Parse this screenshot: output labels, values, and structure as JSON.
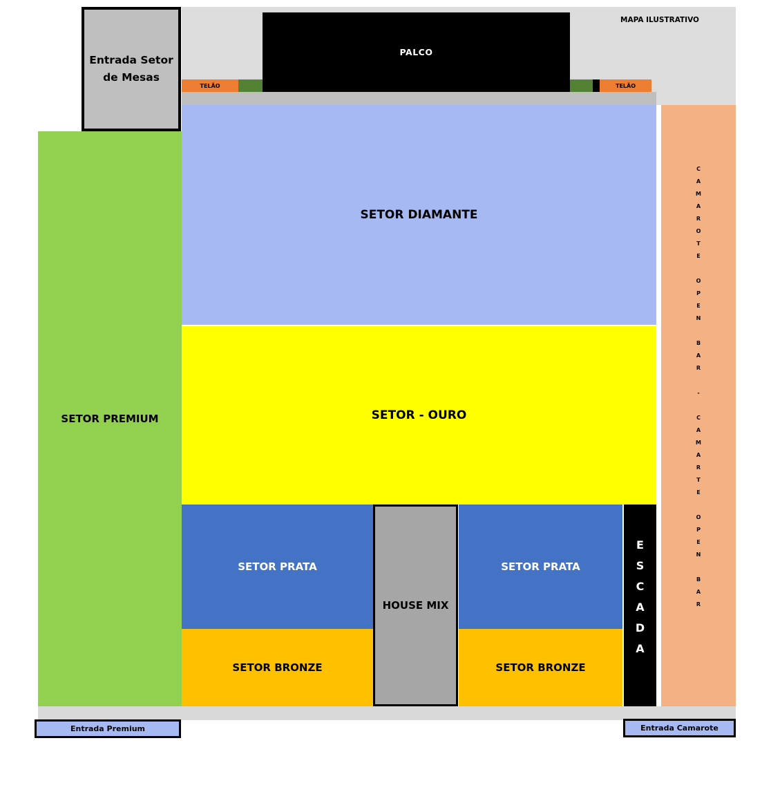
{
  "title": "MAPA ILUSTRATIVO",
  "stage": {
    "label": "PALCO",
    "color": "#000000"
  },
  "screens": {
    "left_label": "TELÃO",
    "right_label": "TELÃO",
    "color": "#ed7d31",
    "green_strip_color": "#548235"
  },
  "sectors": {
    "diamante": {
      "label": "SETOR DIAMANTE",
      "color": "#a7b9f3"
    },
    "ouro": {
      "label": "SETOR - OURO",
      "color": "#ffff00"
    },
    "prata_left": {
      "label": "SETOR PRATA",
      "color": "#4472c4"
    },
    "prata_right": {
      "label": "SETOR PRATA",
      "color": "#4472c4"
    },
    "bronze_left": {
      "label": "SETOR BRONZE",
      "color": "#ffc000"
    },
    "bronze_right": {
      "label": "SETOR BRONZE",
      "color": "#ffc000"
    },
    "premium": {
      "label": "SETOR PREMIUM",
      "color": "#92d050"
    },
    "camarote": {
      "label": "CAMAROTE OPEN BAR - CAMARTE OPEN BAR",
      "label_stacked": "C\nA\nM\nA\nR\nO\nT\nE\n\nO\nP\nE\nN\n\nB\nA\nR\n\n-\n\nC\nA\nM\nA\nR\nT\nE\n\nO\nP\nE\nN\n\nB\nA\nR",
      "color": "#f4b183"
    }
  },
  "house_mix": {
    "label": "HOUSE MIX",
    "color": "#a6a6a6"
  },
  "stairs": {
    "label": "ESCADA",
    "label_stacked": "E\nS\nC\nA\nD\nA",
    "color": "#000000"
  },
  "entrances": {
    "mesas": {
      "label": "Entrada Setor\nde Mesas",
      "color": "#bfbfbf"
    },
    "premium": {
      "label": "Entrada Premium",
      "color": "#a7b9f3"
    },
    "camarote": {
      "label": "Entrada Camarote",
      "color": "#a7b9f3"
    }
  },
  "misc_colors": {
    "top_area": "#dcdcdc",
    "under_stage_strip": "#bfbfbf",
    "walkway": "#d9d9d9"
  }
}
